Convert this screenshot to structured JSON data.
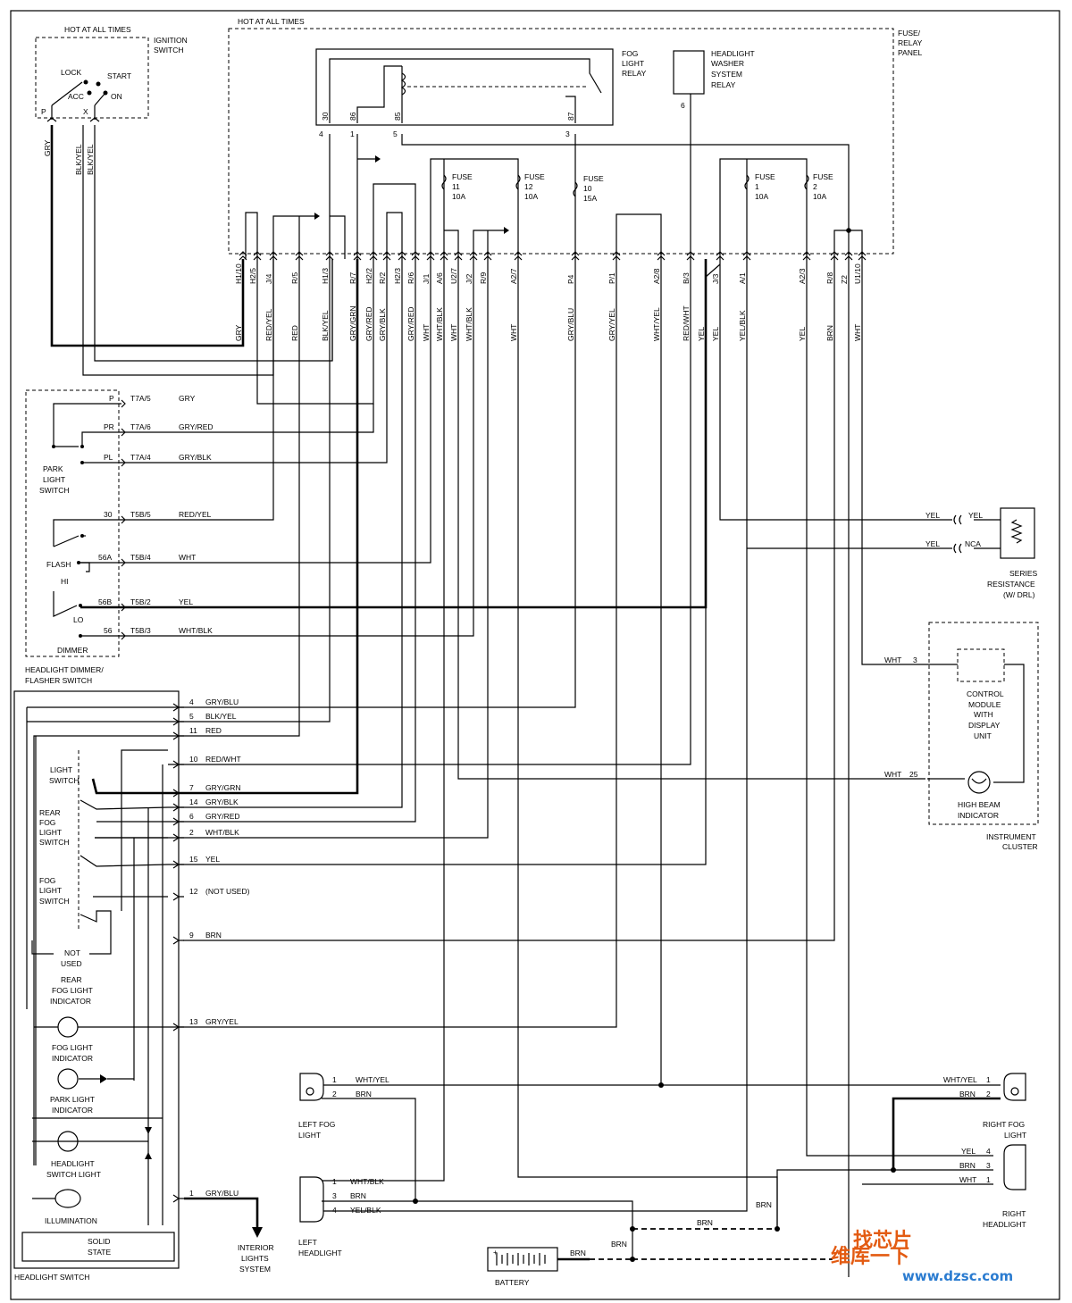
{
  "hot_labels": {
    "top": "HOT AT ALL TIMES",
    "ignition": "HOT AT ALL TIMES"
  },
  "ignition": {
    "title1": "IGNITION",
    "title2": "SWITCH",
    "lock": "LOCK",
    "start": "START",
    "acc": "ACC",
    "on": "ON",
    "p": "P",
    "x": "X"
  },
  "panel": {
    "line1": "FUSE/",
    "line2": "RELAY",
    "line3": "PANEL"
  },
  "fog_relay": {
    "line1": "FOG",
    "line2": "LIGHT",
    "line3": "RELAY",
    "pins": [
      "30",
      "86",
      "85",
      "87"
    ],
    "nums": [
      "4",
      "1",
      "5",
      "3"
    ]
  },
  "washer_relay": {
    "line1": "HEADLIGHT",
    "line2": "WASHER",
    "line3": "SYSTEM",
    "line4": "RELAY",
    "num": "6"
  },
  "fuses": [
    {
      "label": "FUSE",
      "num": "11",
      "amp": "10A"
    },
    {
      "label": "FUSE",
      "num": "12",
      "amp": "10A"
    },
    {
      "label": "FUSE",
      "num": "10",
      "amp": "15A"
    },
    {
      "label": "FUSE",
      "num": "1",
      "amp": "10A"
    },
    {
      "label": "FUSE",
      "num": "2",
      "amp": "10A"
    }
  ],
  "terminals": [
    "H1/10",
    "H2/5",
    "J/4",
    "R/5",
    "H1/3",
    "R/7",
    "H2/2",
    "R/2",
    "H2/3",
    "R/6",
    "J/1",
    "A/6",
    "U2/7",
    "J/2",
    "R/9",
    "A2/7",
    "P4",
    "P/1",
    "A2/8",
    "B/3",
    "J/3",
    "A/1",
    "A2/3",
    "R/8",
    "Z2",
    "U1/10"
  ],
  "wires": [
    "GRY",
    "RED/YEL",
    "RED",
    "BLK/YEL",
    "GRY/GRN",
    "GRY/RED",
    "GRY/BLK",
    "GRY/RED",
    "WHT",
    "WHT/BLK",
    "WHT",
    "WHT/BLK",
    "WHT",
    "GRY/BLU",
    "GRY/YEL",
    "WHT/YEL",
    "RED/WHT",
    "YEL",
    "YEL",
    "YEL/BLK",
    "YEL",
    "BRN",
    "WHT"
  ],
  "ign_wires": [
    "GRY",
    "BLK/YEL",
    "BLK/YEL"
  ],
  "dimmer": {
    "pins": [
      "P",
      "PR",
      "PL",
      "30",
      "56A",
      "56B",
      "56"
    ],
    "conns": [
      "T7A/5",
      "T7A/6",
      "T7A/4",
      "T5B/5",
      "T5B/4",
      "T5B/2",
      "T5B/3"
    ],
    "wires": [
      "GRY",
      "GRY/RED",
      "GRY/BLK",
      "RED/YEL",
      "WHT",
      "YEL",
      "WHT/BLK"
    ],
    "park1": "PARK",
    "park2": "LIGHT",
    "park3": "SWITCH",
    "flash": "FLASH",
    "hi": "HI",
    "lo": "LO",
    "dim": "DIMMER",
    "title1": "HEADLIGHT DIMMER/",
    "title2": "FLASHER SWITCH"
  },
  "series": {
    "w1": "YEL",
    "w2": "YEL",
    "w3": "YEL",
    "w4": "NCA",
    "l1": "SERIES",
    "l2": "RESISTANCE",
    "l3": "(W/ DRL)"
  },
  "cluster": {
    "wht1": "WHT",
    "pin3": "3",
    "wht2": "WHT",
    "pin25": "25",
    "c1": "CONTROL",
    "c2": "MODULE",
    "c3": "WITH",
    "c4": "DISPLAY",
    "c5": "UNIT",
    "h1": "HIGH BEAM",
    "h2": "INDICATOR",
    "t1": "INSTRUMENT",
    "t2": "CLUSTER"
  },
  "hs": {
    "pins": [
      {
        "n": "4",
        "w": "GRY/BLU"
      },
      {
        "n": "5",
        "w": "BLK/YEL"
      },
      {
        "n": "11",
        "w": "RED"
      },
      {
        "n": "10",
        "w": "RED/WHT"
      },
      {
        "n": "7",
        "w": "GRY/GRN"
      },
      {
        "n": "14",
        "w": "GRY/BLK"
      },
      {
        "n": "6",
        "w": "GRY/RED"
      },
      {
        "n": "2",
        "w": "WHT/BLK"
      },
      {
        "n": "15",
        "w": "YEL"
      },
      {
        "n": "12",
        "w": "(NOT USED)"
      },
      {
        "n": "9",
        "w": "BRN"
      },
      {
        "n": "13",
        "w": "GRY/YEL"
      },
      {
        "n": "1",
        "w": "GRY/BLU"
      }
    ],
    "ls1": "LIGHT",
    "ls2": "SWITCH",
    "rf1": "REAR",
    "rf2": "FOG",
    "rf3": "LIGHT",
    "rf4": "SWITCH",
    "fl1": "FOG",
    "fl2": "LIGHT",
    "fl3": "SWITCH",
    "nu1": "NOT",
    "nu2": "USED",
    "ri1": "REAR",
    "ri2": "FOG LIGHT",
    "ri3": "INDICATOR",
    "fi1": "FOG LIGHT",
    "fi2": "INDICATOR",
    "pi1": "PARK LIGHT",
    "pi2": "INDICATOR",
    "hl1": "HEADLIGHT",
    "hl2": "SWITCH LIGHT",
    "ill": "ILLUMINATION",
    "ss1": "SOLID",
    "ss2": "STATE",
    "title": "HEADLIGHT SWITCH",
    "ils1": "INTERIOR",
    "ils2": "LIGHTS",
    "ils3": "SYSTEM"
  },
  "lights": {
    "lf_w1": "WHT/YEL",
    "lf_w2": "BRN",
    "lf_t1": "LEFT FOG",
    "lf_t2": "LIGHT",
    "rf_w1": "WHT/YEL",
    "rf_w2": "BRN",
    "rf_t1": "RIGHT FOG",
    "rf_t2": "LIGHT",
    "lh_w1": "WHT/BLK",
    "lh_w2": "BRN",
    "lh_w3": "YEL/BLK",
    "lh_t1": "LEFT",
    "lh_t2": "HEADLIGHT",
    "rh_w1": "YEL",
    "rh_w2": "BRN",
    "rh_w3": "WHT",
    "rh_t1": "RIGHT",
    "rh_t2": "HEADLIGHT",
    "brn1": "BRN",
    "brn2": "BRN",
    "brn3": "BRN",
    "brn4": "BRN",
    "battery": "BATTERY",
    "p1": "1",
    "p2": "2",
    "p3": "3",
    "p4": "4"
  },
  "watermark": {
    "line1": "找芯片",
    "line2": "维库一下",
    "url": "www.dzsc.com"
  }
}
